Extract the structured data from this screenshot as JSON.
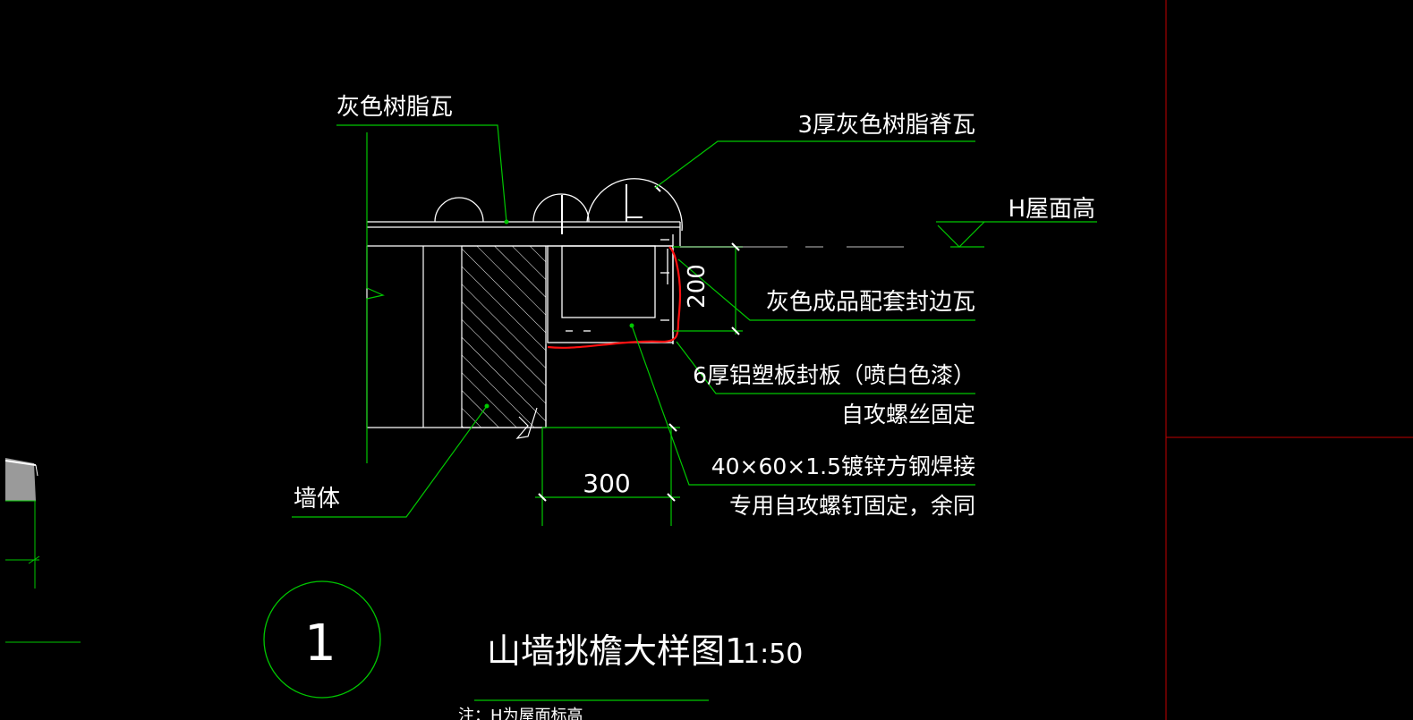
{
  "labels": {
    "grey_resin_tile": "灰色树脂瓦",
    "ridge_tile": "3厚灰色树脂脊瓦",
    "roof_height": "H屋面高",
    "edge_tile": "灰色成品配套封边瓦",
    "panel_line1": "6厚铝塑板封板（喷白色漆）",
    "panel_line2": "自攻螺丝固定",
    "steel_line1": "40×60×1.5镀锌方钢焊接",
    "steel_line2": "专用自攻螺钉固定，余同",
    "wall": "墙体"
  },
  "dimensions": {
    "width": "300",
    "height": "200"
  },
  "title": {
    "number": "1",
    "name": "山墙挑檐大样图1",
    "scale": "1:50",
    "note": "注：H为屋面标高"
  },
  "colors": {
    "background": "#000000",
    "leader": "#00c800",
    "outline": "#ffffff",
    "grid": "#c00000",
    "highlight": "#ff1010",
    "fill_grey": "#9a9a9a"
  }
}
